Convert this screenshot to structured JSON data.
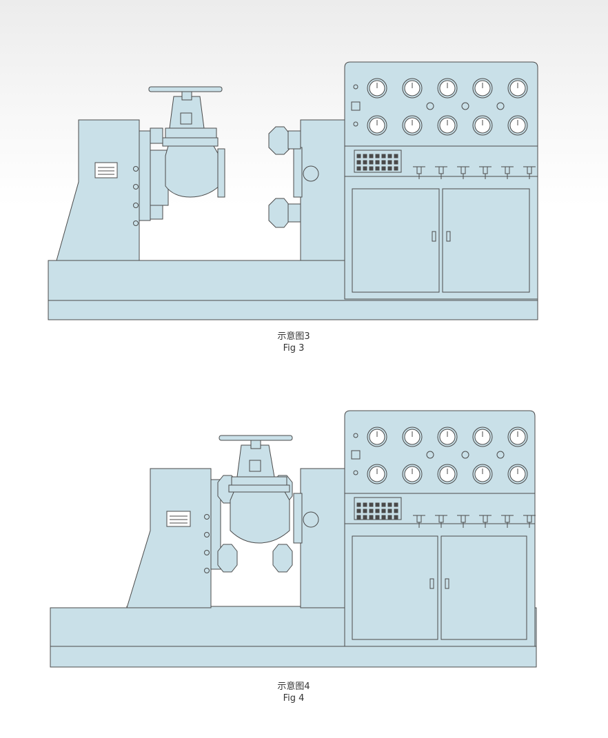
{
  "colors": {
    "fill": "#c9e0e8",
    "stroke": "#4a4a4a",
    "background_top": "#ececec",
    "background_bottom": "#ffffff"
  },
  "figures": [
    {
      "caption_cn": "示意图3",
      "caption_en": "Fig 3",
      "valve_state": "open"
    },
    {
      "caption_cn": "示意图4",
      "caption_en": "Fig 4",
      "valve_state": "clamped"
    }
  ],
  "gauge_panel": {
    "gauges": 10,
    "needle_valves": 6,
    "indicator_buttons": 3
  }
}
